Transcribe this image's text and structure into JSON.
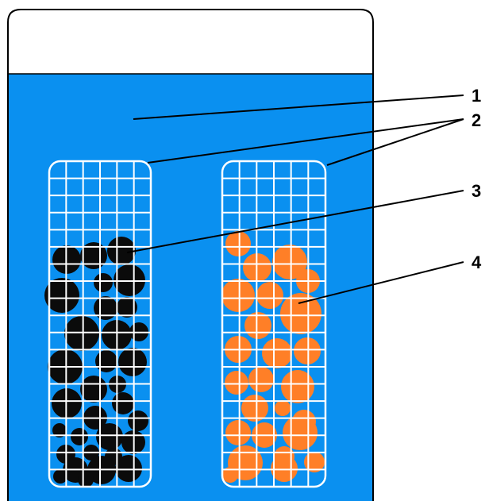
{
  "colors": {
    "water": "#0A90F0",
    "tank_outline": "#000000",
    "basket_wire": "#ffffff",
    "dark_balls": "#0b0b0b",
    "orange_balls": "#FF7F27",
    "leader_lines": "#000000"
  },
  "callouts": [
    {
      "id": "water",
      "number": "1"
    },
    {
      "id": "baskets",
      "number": "2"
    },
    {
      "id": "dark-balls",
      "number": "3"
    },
    {
      "id": "orange-balls",
      "number": "4"
    }
  ]
}
